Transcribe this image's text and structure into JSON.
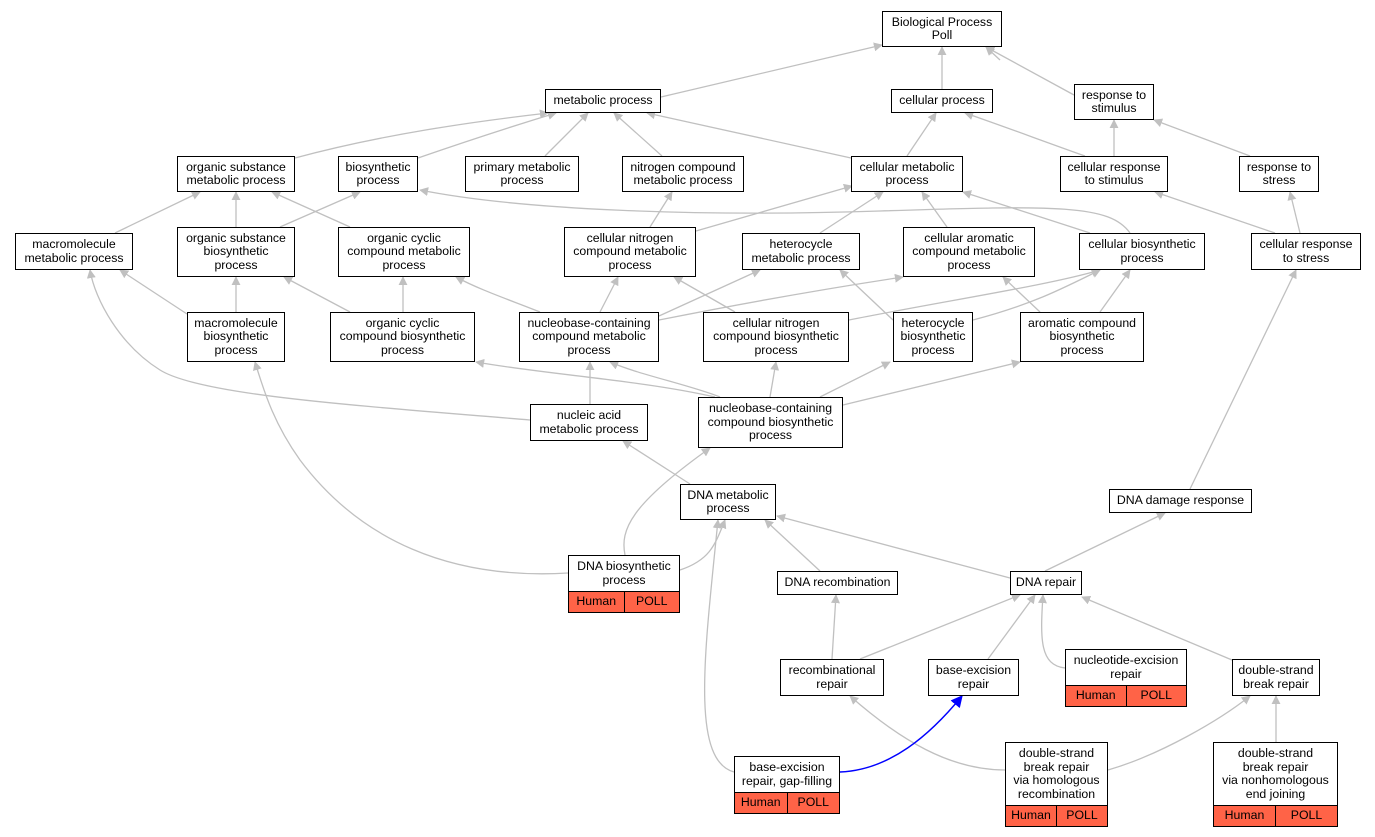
{
  "diagram": {
    "type": "go-term-graph"
  },
  "colors": {
    "edge": "#c0c0c0",
    "highlight_edge": "#0000ff",
    "annotation": "#ff6347",
    "border": "#000000"
  },
  "nodes": {
    "bp": {
      "label": "Biological Process\nPoll"
    },
    "metabolic": {
      "label": "metabolic process"
    },
    "cellular": {
      "label": "cellular process"
    },
    "resp_stim": {
      "label": "response to\nstimulus"
    },
    "org_sub_met": {
      "label": "organic substance\nmetabolic process"
    },
    "biosynthetic": {
      "label": "biosynthetic\nprocess"
    },
    "primary_met": {
      "label": "primary metabolic\nprocess"
    },
    "nitrogen_met": {
      "label": "nitrogen compound\nmetabolic process"
    },
    "cell_met": {
      "label": "cellular metabolic\nprocess"
    },
    "cell_resp_stim": {
      "label": "cellular response\nto stimulus"
    },
    "resp_stress": {
      "label": "response to\nstress"
    },
    "macromol_met": {
      "label": "macromolecule\nmetabolic process"
    },
    "org_sub_bio": {
      "label": "organic substance\nbiosynthetic\nprocess"
    },
    "org_cyc_met": {
      "label": "organic cyclic\ncompound metabolic\nprocess"
    },
    "cell_nitro_met": {
      "label": "cellular nitrogen\ncompound metabolic\nprocess"
    },
    "hetero_met": {
      "label": "heterocycle\nmetabolic process"
    },
    "cell_arom_met": {
      "label": "cellular aromatic\ncompound metabolic\nprocess"
    },
    "cell_bio": {
      "label": "cellular biosynthetic\nprocess"
    },
    "cell_resp_stress": {
      "label": "cellular response\nto stress"
    },
    "macromol_bio": {
      "label": "macromolecule\nbiosynthetic\nprocess"
    },
    "org_cyc_bio": {
      "label": "organic cyclic\ncompound biosynthetic\nprocess"
    },
    "nucbase_met": {
      "label": "nucleobase-containing\ncompound metabolic\nprocess"
    },
    "cell_nitro_bio": {
      "label": "cellular nitrogen\ncompound biosynthetic\nprocess"
    },
    "hetero_bio": {
      "label": "heterocycle\nbiosynthetic\nprocess"
    },
    "arom_bio": {
      "label": "aromatic compound\nbiosynthetic\nprocess"
    },
    "nucacid_met": {
      "label": "nucleic acid\nmetabolic process"
    },
    "nucbase_bio": {
      "label": "nucleobase-containing\ncompound biosynthetic\nprocess"
    },
    "dna_met": {
      "label": "DNA metabolic\nprocess"
    },
    "dna_damage": {
      "label": "DNA damage response"
    },
    "dna_bio": {
      "label": "DNA biosynthetic\nprocess",
      "species": "Human",
      "gene": "POLL"
    },
    "dna_recomb": {
      "label": "DNA recombination"
    },
    "dna_repair": {
      "label": "DNA repair"
    },
    "recomb_repair": {
      "label": "recombinational\nrepair"
    },
    "ber": {
      "label": "base-excision\nrepair"
    },
    "ner": {
      "label": "nucleotide-excision\nrepair",
      "species": "Human",
      "gene": "POLL"
    },
    "dsb_repair": {
      "label": "double-strand\nbreak repair"
    },
    "ber_gap": {
      "label": "base-excision\nrepair, gap-filling",
      "species": "Human",
      "gene": "POLL"
    },
    "dsb_hr": {
      "label": "double-strand\nbreak repair\nvia homologous\nrecombination",
      "species": "Human",
      "gene": "POLL"
    },
    "dsb_nhej": {
      "label": "double-strand\nbreak repair\nvia nonhomologous\nend joining",
      "species": "Human",
      "gene": "POLL"
    }
  }
}
